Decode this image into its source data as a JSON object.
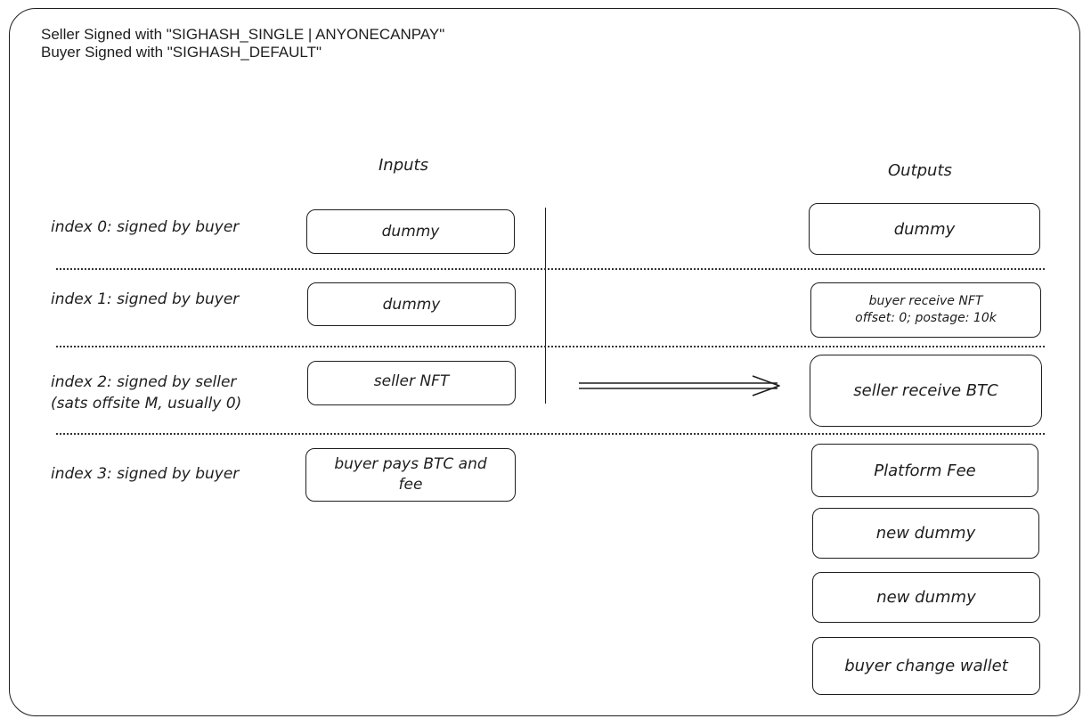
{
  "header": {
    "line1": "Seller Signed with \"SIGHASH_SINGLE | ANYONECANPAY\"",
    "line2": "Buyer Signed with \"SIGHASH_DEFAULT\""
  },
  "inputs": {
    "title": "Inputs",
    "rows": [
      {
        "label": "index 0: signed by buyer",
        "box": "dummy"
      },
      {
        "label": "index 1: signed by buyer",
        "box": "dummy"
      },
      {
        "label_line1": "index 2: signed by seller",
        "label_line2": "(sats offsite M, usually 0)",
        "box": "seller NFT"
      },
      {
        "label": "index 3: signed by buyer",
        "box_line1": "buyer pays BTC and",
        "box_line2": "fee"
      }
    ]
  },
  "outputs": {
    "title": "Outputs",
    "items": [
      {
        "text": "dummy"
      },
      {
        "line1": "buyer receive NFT",
        "line2": "offset: 0; postage: 10k"
      },
      {
        "text": "seller receive BTC"
      },
      {
        "text": "Platform Fee"
      },
      {
        "text": "new dummy"
      },
      {
        "text": "new dummy"
      },
      {
        "text": "buyer change wallet"
      }
    ]
  }
}
